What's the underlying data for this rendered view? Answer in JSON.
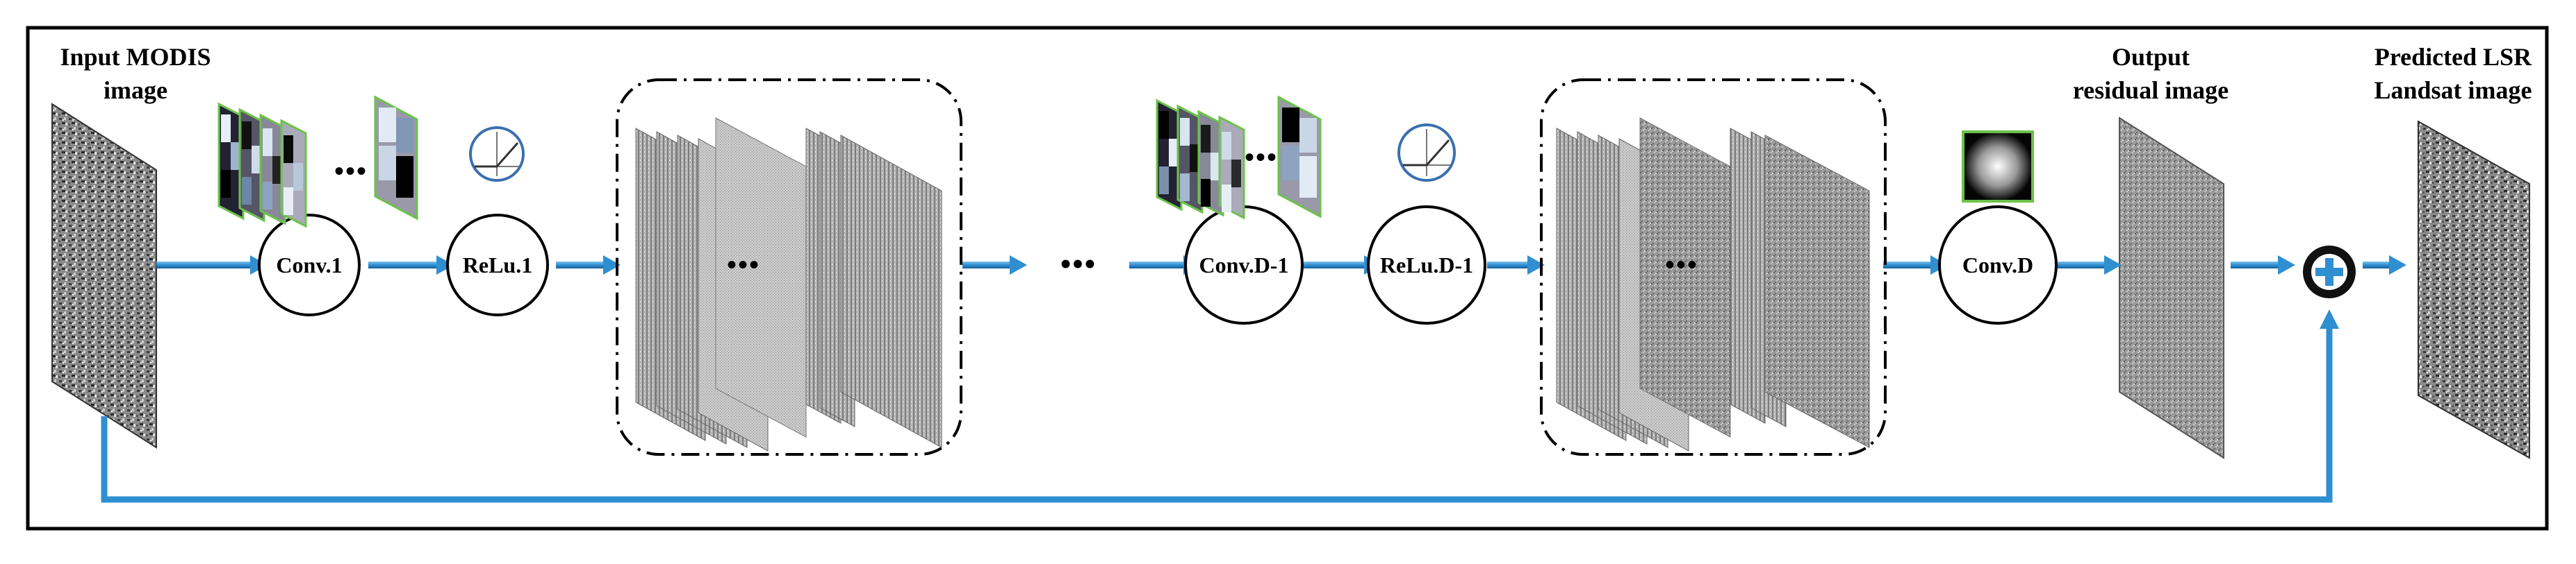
{
  "labels": {
    "input_line1": "Input MODIS",
    "input_line2": "image",
    "output_line1": "Output",
    "output_line2": "residual image",
    "predicted_line1": "Predicted LSR",
    "predicted_line2": "Landsat image"
  },
  "nodes": {
    "conv1": "Conv.1",
    "relu1": "ReLu.1",
    "convd1": "Conv.D-1",
    "relud1": "ReLu.D-1",
    "convd": "Conv.D"
  },
  "ellipsis": {
    "kernels1": "•••",
    "stack1": "•••",
    "middle": "•••",
    "kernels2": "•••",
    "stack2": "•••"
  },
  "colors": {
    "arrow": "#2f8fd1",
    "frame": "#000000",
    "kernel_border": "#6cc24a"
  },
  "icons": {
    "relu": "relu-activation-icon",
    "gaussian": "gaussian-kernel-icon",
    "add": "circled-plus-icon"
  }
}
